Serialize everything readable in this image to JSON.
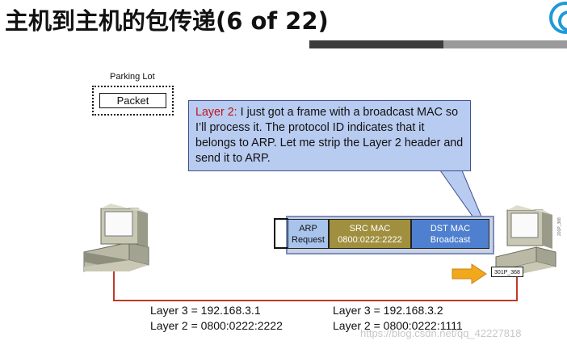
{
  "slide": {
    "title": "主机到主机的包传递(6 of 22)"
  },
  "parking_lot": {
    "label": "Parking Lot",
    "packet": "Packet"
  },
  "callout": {
    "layer_label": "Layer 2:",
    "text": " I just got a frame with a broadcast MAC so I’ll process it. The protocol ID indicates that it belongs to ARP. Let me strip the Layer 2 header and send it to ARP."
  },
  "frame": {
    "arp_line1": "ARP",
    "arp_line2": "Request",
    "src_line1": "SRC MAC",
    "src_line2": "0800:0222:2222",
    "dst_line1": "DST MAC",
    "dst_line2": "Broadcast"
  },
  "host_left": {
    "layer3": "Layer 3 = 192.168.3.1",
    "layer2": "Layer 2 = 0800:0222:2222"
  },
  "host_right": {
    "layer3": "Layer 3 = 192.168.3.2",
    "layer2": "Layer 2 = 0800:0222:1111"
  },
  "figure_tag": "301P_368",
  "vertical_tag": "201P_368",
  "watermark": "https://blog.csdn.net/qq_42227818",
  "colors": {
    "link": "#c0392b",
    "callout_bg": "#b8cbf0",
    "src_cell": "#a08f3e",
    "dst_cell": "#4f80cf",
    "arrow": "#f2a81d"
  }
}
